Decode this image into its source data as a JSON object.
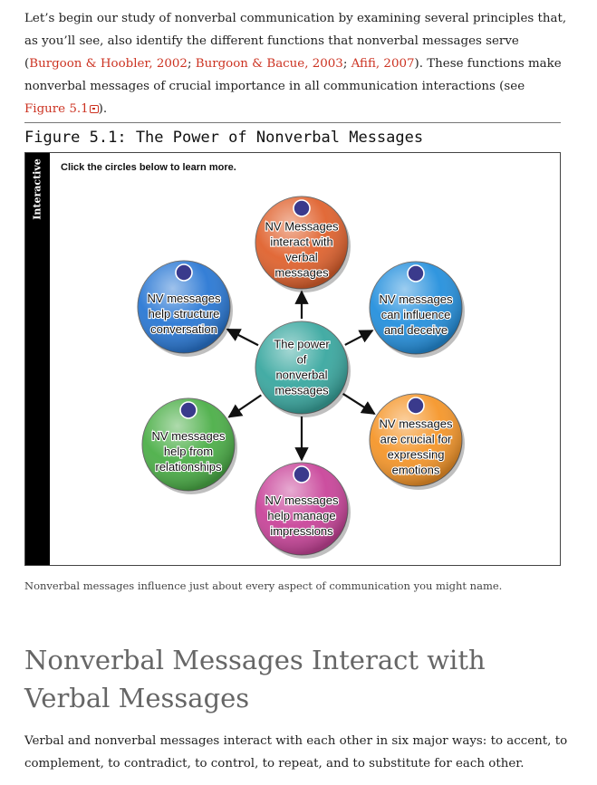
{
  "intro": {
    "before": "Let’s begin our study of nonverbal communication by examining several principles that, as you’ll see, also identify the different functions that nonverbal messages serve (",
    "cite1": "Burgoon & Hoobler, 2002",
    "sep1": "; ",
    "cite2": "Burgoon & Bacue, 2003",
    "sep2": "; ",
    "cite3": "Afifi, 2007",
    "middle": "). These functions make nonverbal messages of crucial importance in all communication interactions (see ",
    "figlink": "Figure 5.1",
    "after": ")."
  },
  "figure": {
    "title": "Figure 5.1: The Power of Nonverbal Messages",
    "side_label": "Interactive",
    "instruction": "Click the circles below to learn more.",
    "center": {
      "lines": [
        "The power",
        "of",
        "nonverbal",
        "messages"
      ],
      "color": "#3aa8a0"
    },
    "nodes": [
      {
        "id": "interact",
        "lines": [
          "NV Messages",
          "interact with",
          "verbal",
          "messages"
        ],
        "color": "#e0622e"
      },
      {
        "id": "influence",
        "lines": [
          "NV messages",
          "can influence",
          "and deceive"
        ],
        "color": "#2590dd"
      },
      {
        "id": "emotions",
        "lines": [
          "NV messages",
          "are crucial for",
          "expressing",
          "emotions"
        ],
        "color": "#f5962a"
      },
      {
        "id": "impressions",
        "lines": [
          "NV messages",
          "help manage",
          "impressions"
        ],
        "color": "#c9459a"
      },
      {
        "id": "relationships",
        "lines": [
          "NV messages",
          "help from",
          "relationships"
        ],
        "color": "#4caf48"
      },
      {
        "id": "structure",
        "lines": [
          "NV messages",
          "help structure",
          "conversation"
        ],
        "color": "#2a78d4"
      }
    ],
    "caption": "Nonverbal messages influence just about every aspect of communication you might name."
  },
  "section": {
    "heading": "Nonverbal Messages Interact with Verbal Messages",
    "body": "Verbal and nonverbal messages interact with each other in six major ways: to accent, to complement, to contradict, to control, to repeat, and to substitute for each other."
  }
}
